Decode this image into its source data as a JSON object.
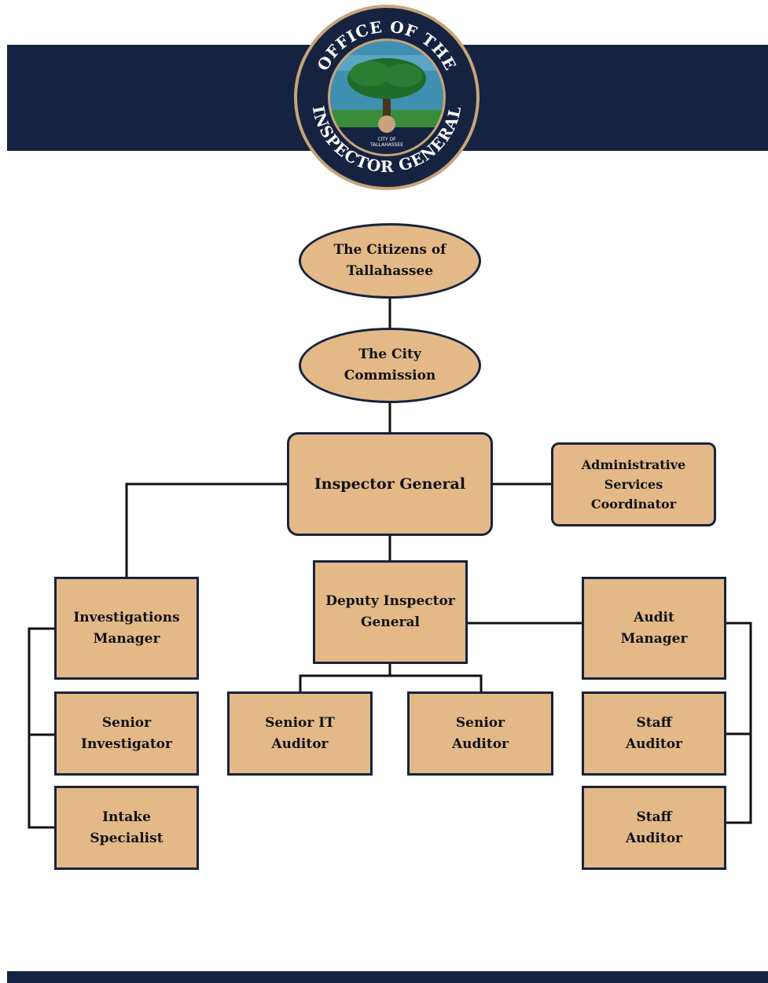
{
  "seal": {
    "top_text": "OFFICE OF THE",
    "bottom_text": "INSPECTOR GENERAL",
    "city_line1": "CITY OF",
    "city_line2": "TALLAHASSEE"
  },
  "org": {
    "citizens": "The Citizens of\nTallahassee",
    "commission": "The City\nCommission",
    "inspector_general": "Inspector General",
    "admin_coordinator": "Administrative\nServices\nCoordinator",
    "deputy": "Deputy Inspector\nGeneral",
    "investigations_manager": "Investigations\nManager",
    "senior_investigator": "Senior\nInvestigator",
    "intake_specialist": "Intake\nSpecialist",
    "senior_it_auditor": "Senior IT\nAuditor",
    "senior_auditor": "Senior\nAuditor",
    "audit_manager": "Audit\nManager",
    "staff_auditor_1": "Staff\nAuditor",
    "staff_auditor_2": "Staff\nAuditor"
  },
  "colors": {
    "navy": "#152340",
    "box_fill": "#e3b988",
    "seal_ring": "#c7a47a"
  }
}
